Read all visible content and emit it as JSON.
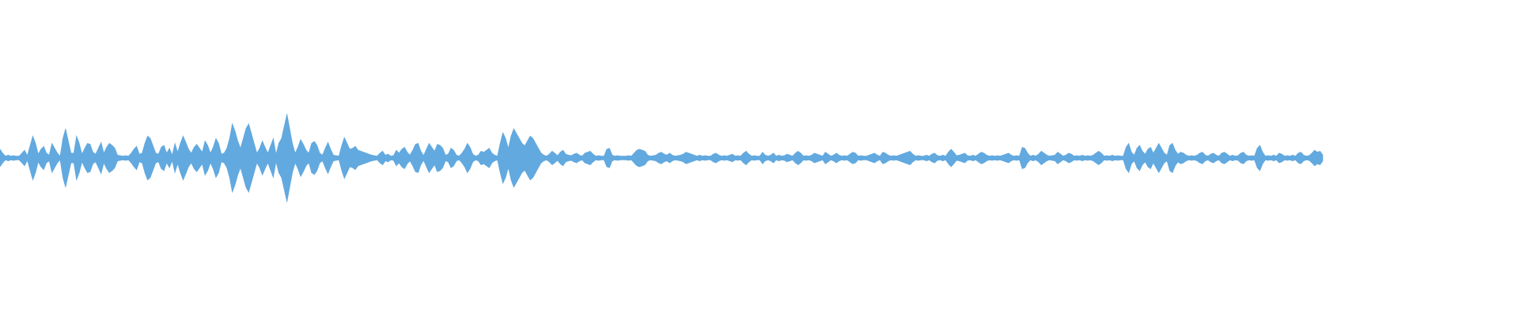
{
  "waveform": {
    "color": "#62a9df",
    "played_fraction": 0,
    "peaks": [
      0.18,
      0.1,
      0.04,
      0.06,
      0.04,
      0.05,
      0.04,
      0.04,
      0.1,
      0.16,
      0.05,
      0.25,
      0.45,
      0.3,
      0.08,
      0.18,
      0.24,
      0.1,
      0.06,
      0.3,
      0.2,
      0.1,
      0.04,
      0.4,
      0.6,
      0.35,
      0.1,
      0.1,
      0.45,
      0.3,
      0.08,
      0.2,
      0.3,
      0.28,
      0.12,
      0.08,
      0.2,
      0.32,
      0.1,
      0.22,
      0.3,
      0.26,
      0.2,
      0.06,
      0.05,
      0.04,
      0.05,
      0.04,
      0.1,
      0.18,
      0.24,
      0.08,
      0.1,
      0.3,
      0.45,
      0.4,
      0.25,
      0.1,
      0.08,
      0.22,
      0.26,
      0.1,
      0.2,
      0.06,
      0.3,
      0.12,
      0.3,
      0.45,
      0.32,
      0.18,
      0.1,
      0.22,
      0.28,
      0.2,
      0.12,
      0.35,
      0.26,
      0.1,
      0.22,
      0.4,
      0.3,
      0.08,
      0.1,
      0.2,
      0.4,
      0.7,
      0.55,
      0.35,
      0.2,
      0.4,
      0.6,
      0.7,
      0.5,
      0.3,
      0.1,
      0.2,
      0.35,
      0.22,
      0.1,
      0.25,
      0.4,
      0.08,
      0.3,
      0.4,
      0.65,
      0.9,
      0.6,
      0.3,
      0.1,
      0.22,
      0.38,
      0.28,
      0.16,
      0.1,
      0.3,
      0.34,
      0.26,
      0.1,
      0.06,
      0.2,
      0.32,
      0.18,
      0.06,
      0.05,
      0.04,
      0.25,
      0.42,
      0.3,
      0.18,
      0.2,
      0.24,
      0.16,
      0.14,
      0.12,
      0.1,
      0.08,
      0.06,
      0.05,
      0.04,
      0.1,
      0.14,
      0.06,
      0.08,
      0.04,
      0.05,
      0.16,
      0.1,
      0.18,
      0.22,
      0.12,
      0.06,
      0.16,
      0.28,
      0.3,
      0.14,
      0.05,
      0.18,
      0.3,
      0.22,
      0.14,
      0.28,
      0.26,
      0.2,
      0.06,
      0.08,
      0.2,
      0.16,
      0.06,
      0.04,
      0.1,
      0.18,
      0.3,
      0.22,
      0.08,
      0.04,
      0.06,
      0.14,
      0.12,
      0.16,
      0.2,
      0.1,
      0.06,
      0.04,
      0.3,
      0.52,
      0.4,
      0.2,
      0.45,
      0.6,
      0.5,
      0.4,
      0.3,
      0.25,
      0.35,
      0.45,
      0.4,
      0.3,
      0.2,
      0.1,
      0.06,
      0.04,
      0.08,
      0.14,
      0.1,
      0.05,
      0.12,
      0.16,
      0.08,
      0.06,
      0.05,
      0.08,
      0.1,
      0.06,
      0.04,
      0.1,
      0.12,
      0.14,
      0.08,
      0.04,
      0.05,
      0.04,
      0.04,
      0.18,
      0.2,
      0.06,
      0.04,
      0.05,
      0.04,
      0.04,
      0.04,
      0.05,
      0.04,
      0.1,
      0.16,
      0.18,
      0.16,
      0.14,
      0.06,
      0.04,
      0.05,
      0.06,
      0.1,
      0.12,
      0.08,
      0.06,
      0.1,
      0.06,
      0.04,
      0.05,
      0.06,
      0.08,
      0.12,
      0.1,
      0.08,
      0.06,
      0.04,
      0.06,
      0.04,
      0.05,
      0.04,
      0.04,
      0.08,
      0.1,
      0.06,
      0.04,
      0.05,
      0.04,
      0.06,
      0.08,
      0.04,
      0.05,
      0.04,
      0.1,
      0.14,
      0.08,
      0.04,
      0.05,
      0.04,
      0.04,
      0.12,
      0.06,
      0.04,
      0.06,
      0.1,
      0.04,
      0.06,
      0.04,
      0.05,
      0.08,
      0.06,
      0.04,
      0.1,
      0.14,
      0.1,
      0.04,
      0.05,
      0.04,
      0.06,
      0.1,
      0.08,
      0.06,
      0.04,
      0.12,
      0.08,
      0.04,
      0.06,
      0.1,
      0.06,
      0.04,
      0.05,
      0.04,
      0.08,
      0.12,
      0.1,
      0.04,
      0.05,
      0.04,
      0.04,
      0.06,
      0.08,
      0.1,
      0.06,
      0.04,
      0.12,
      0.1,
      0.06,
      0.04,
      0.05,
      0.04,
      0.06,
      0.08,
      0.1,
      0.12,
      0.14,
      0.08,
      0.04,
      0.05,
      0.04,
      0.04,
      0.06,
      0.04,
      0.08,
      0.1,
      0.05,
      0.04,
      0.06,
      0.04,
      0.12,
      0.18,
      0.12,
      0.05,
      0.06,
      0.08,
      0.1,
      0.05,
      0.04,
      0.06,
      0.04,
      0.08,
      0.12,
      0.1,
      0.06,
      0.04,
      0.05,
      0.04,
      0.05,
      0.04,
      0.06,
      0.08,
      0.1,
      0.06,
      0.04,
      0.05,
      0.04,
      0.22,
      0.2,
      0.1,
      0.04,
      0.06,
      0.04,
      0.08,
      0.14,
      0.1,
      0.06,
      0.04,
      0.05,
      0.06,
      0.12,
      0.08,
      0.04,
      0.06,
      0.1,
      0.08,
      0.04,
      0.05,
      0.04,
      0.06,
      0.04,
      0.05,
      0.04,
      0.06,
      0.1,
      0.14,
      0.1,
      0.04,
      0.05,
      0.04,
      0.06,
      0.04,
      0.05,
      0.04,
      0.04,
      0.22,
      0.3,
      0.12,
      0.06,
      0.2,
      0.26,
      0.14,
      0.08,
      0.18,
      0.22,
      0.1,
      0.2,
      0.3,
      0.2,
      0.1,
      0.06,
      0.26,
      0.3,
      0.16,
      0.08,
      0.12,
      0.1,
      0.06,
      0.04,
      0.05,
      0.04,
      0.06,
      0.1,
      0.12,
      0.06,
      0.04,
      0.08,
      0.1,
      0.06,
      0.04,
      0.1,
      0.12,
      0.08,
      0.04,
      0.06,
      0.04,
      0.05,
      0.1,
      0.12,
      0.06,
      0.04,
      0.05,
      0.04,
      0.2,
      0.26,
      0.12,
      0.04,
      0.05,
      0.04,
      0.06,
      0.04,
      0.1,
      0.08,
      0.04,
      0.05,
      0.04,
      0.06,
      0.04,
      0.1,
      0.12,
      0.06,
      0.04,
      0.05,
      0.1,
      0.16,
      0.12,
      0.14,
      0.06
    ]
  }
}
